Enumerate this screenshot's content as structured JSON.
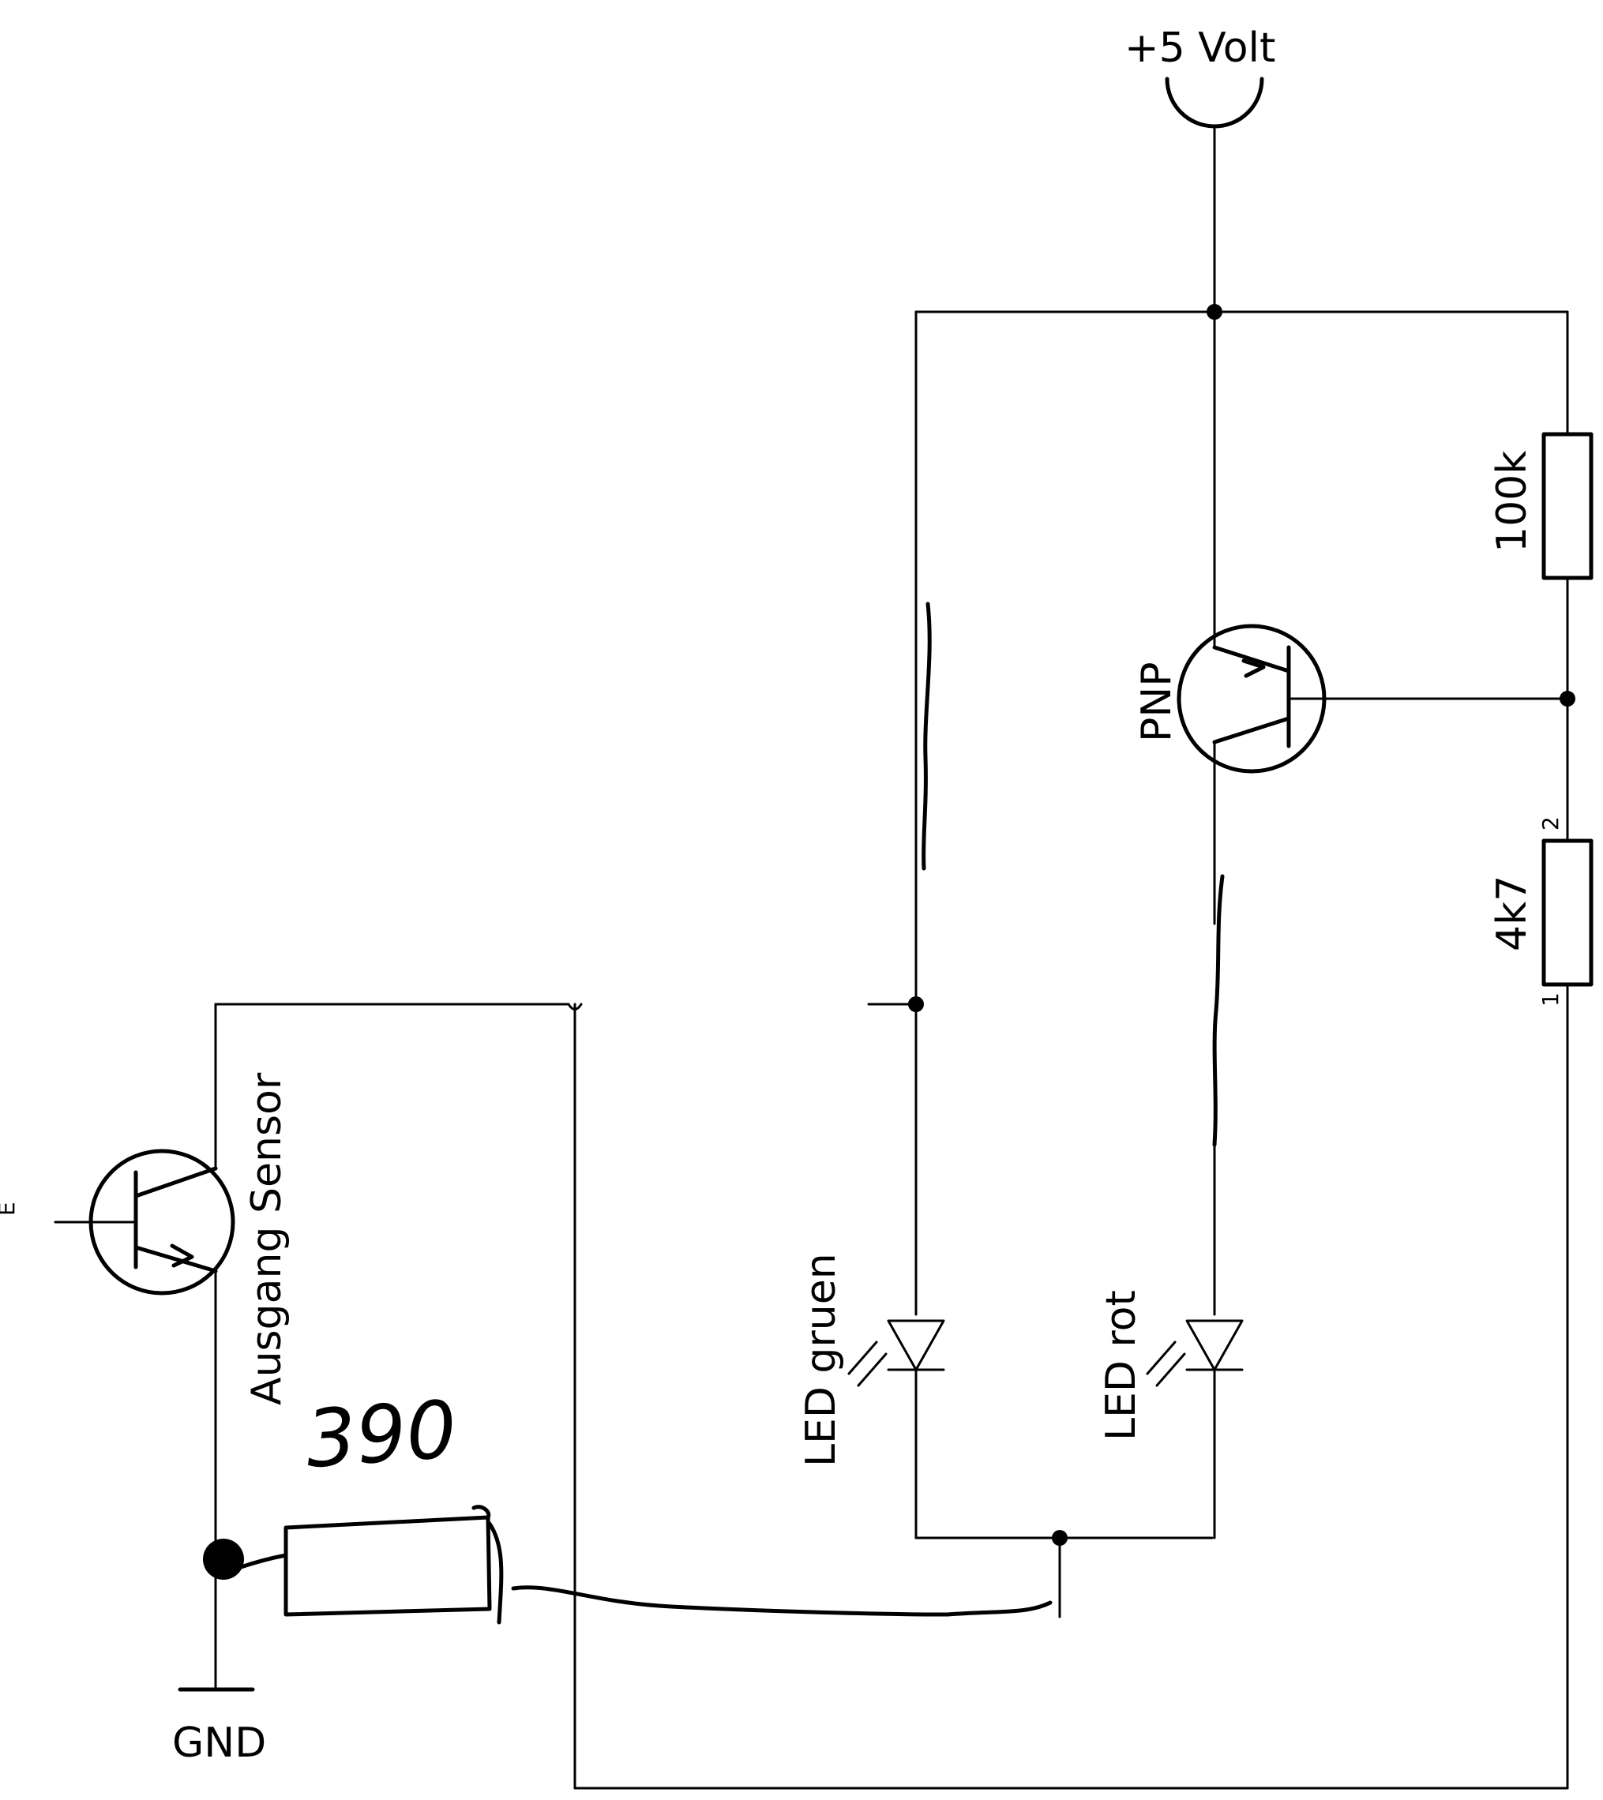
{
  "labels": {
    "supply": "+5  Volt",
    "ground": "GND",
    "sensor": "Ausgang Sensor",
    "pnp": "PNP",
    "r_top": "100k",
    "r_mid": "4k7",
    "pin2": "2",
    "pin1": "1",
    "led_green": "LED gruen",
    "led_red": "LED rot",
    "r_hand": "390",
    "sensor_pin": "E"
  }
}
